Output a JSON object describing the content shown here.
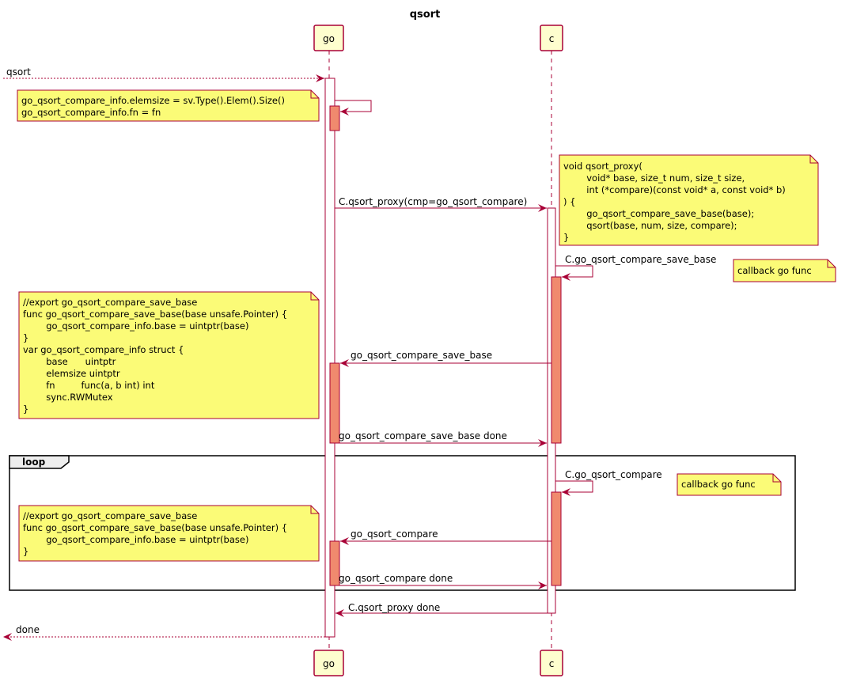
{
  "title": "qsort",
  "colors": {
    "line": "#a80036",
    "box_fill": "#fefece",
    "activation_fill": "#f08a6e",
    "note_fill": "#fbfb77",
    "note_border": "#a80036",
    "frame": "#000000"
  },
  "participants": [
    {
      "id": "go",
      "label": "go"
    },
    {
      "id": "c",
      "label": "c"
    }
  ],
  "messages": [
    {
      "id": "in-qsort",
      "label": "qsort"
    },
    {
      "id": "self-go",
      "label": ""
    },
    {
      "id": "call-proxy",
      "label": "C.qsort_proxy(cmp=go_qsort_compare)"
    },
    {
      "id": "self-save-base",
      "label": "C.go_qsort_compare_save_base"
    },
    {
      "id": "to-go-save-base",
      "label": "go_qsort_compare_save_base"
    },
    {
      "id": "save-base-done",
      "label": "go_qsort_compare_save_base done"
    },
    {
      "id": "self-compare",
      "label": "C.go_qsort_compare"
    },
    {
      "id": "to-go-compare",
      "label": "go_qsort_compare"
    },
    {
      "id": "compare-done",
      "label": "go_qsort_compare done"
    },
    {
      "id": "proxy-done",
      "label": "C.qsort_proxy done"
    },
    {
      "id": "out-done",
      "label": "done"
    }
  ],
  "notes": [
    {
      "id": "note-elemsize",
      "lines": [
        "go_qsort_compare_info.elemsize = sv.Type().Elem().Size()",
        "go_qsort_compare_info.fn = fn"
      ]
    },
    {
      "id": "note-proxy",
      "lines": [
        "void qsort_proxy(",
        "        void* base, size_t num, size_t size,",
        "        int (*compare)(const void* a, const void* b)",
        ") {",
        "        go_qsort_compare_save_base(base);",
        "        qsort(base, num, size, compare);",
        "}"
      ]
    },
    {
      "id": "note-callback-1",
      "lines": [
        "callback go func"
      ]
    },
    {
      "id": "note-export-struct",
      "lines": [
        "//export go_qsort_compare_save_base",
        "func go_qsort_compare_save_base(base unsafe.Pointer) {",
        "        go_qsort_compare_info.base = uintptr(base)",
        "}",
        "var go_qsort_compare_info struct {",
        "        base      uintptr",
        "        elemsize uintptr",
        "        fn         func(a, b int) int",
        "        sync.RWMutex",
        "}"
      ]
    },
    {
      "id": "note-callback-2",
      "lines": [
        "callback go func"
      ]
    },
    {
      "id": "note-export",
      "lines": [
        "//export go_qsort_compare_save_base",
        "func go_qsort_compare_save_base(base unsafe.Pointer) {",
        "        go_qsort_compare_info.base = uintptr(base)",
        "}"
      ]
    }
  ],
  "fragments": [
    {
      "id": "loop",
      "label": "loop"
    }
  ]
}
